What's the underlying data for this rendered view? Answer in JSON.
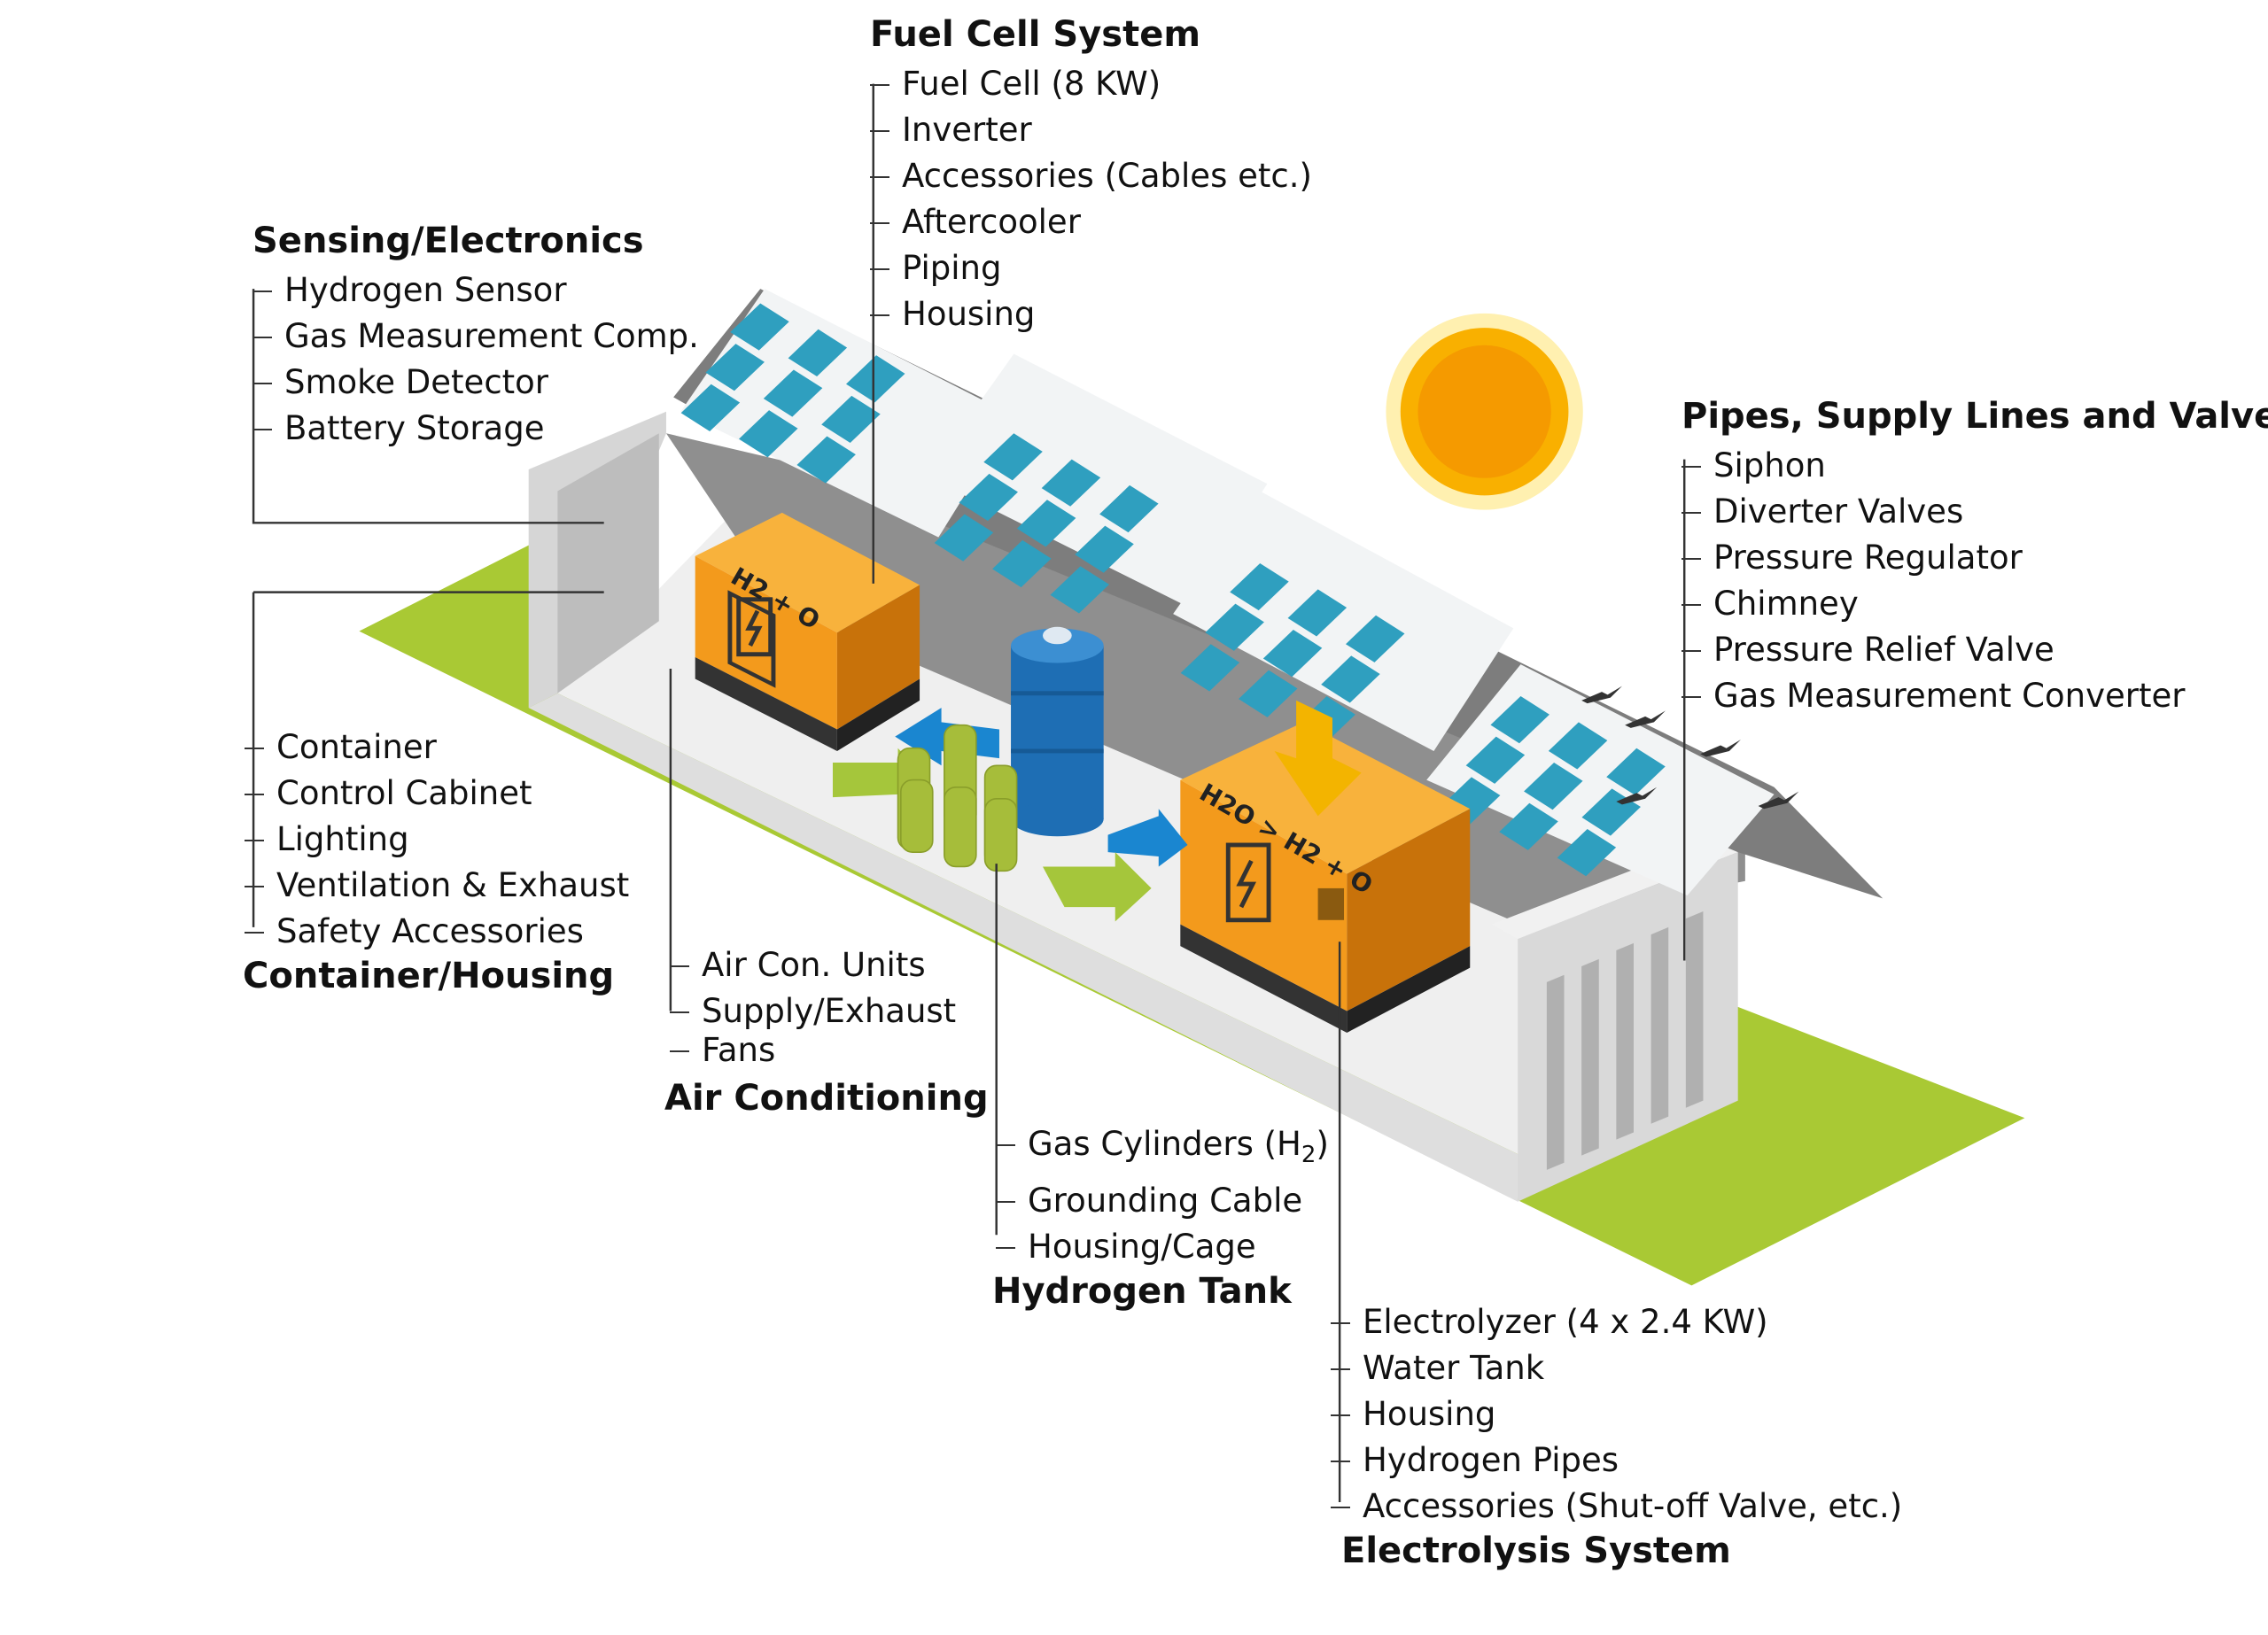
{
  "groups": {
    "fuel_cell": {
      "title": "Fuel Cell System",
      "items": [
        "Fuel Cell (8 KW)",
        "Inverter",
        "Accessories (Cables etc.)",
        "Aftercooler",
        "Piping",
        "Housing"
      ]
    },
    "sensing": {
      "title": "Sensing/Electronics",
      "items": [
        "Hydrogen Sensor",
        "Gas Measurement Comp.",
        "Smoke Detector",
        "Battery Storage"
      ]
    },
    "pipes": {
      "title": "Pipes, Supply Lines and Valves",
      "items": [
        "Siphon",
        "Diverter Valves",
        "Pressure Regulator",
        "Chimney",
        "Pressure Relief Valve",
        "Gas Measurement Converter"
      ]
    },
    "container": {
      "title": "Container/Housing",
      "items": [
        "Container",
        "Control Cabinet",
        "Lighting",
        "Ventilation & Exhaust",
        "Safety Accessories"
      ]
    },
    "air": {
      "title": "Air Conditioning",
      "items": [
        "Air Con. Units",
        "Supply/Exhaust",
        "Fans"
      ]
    },
    "tank": {
      "title": "Hydrogen Tank",
      "item1_main": "Gas Cylinders (H",
      "item1_sub": "2",
      "item1_end": ")",
      "items": [
        "Grounding Cable",
        "Housing/Cage"
      ]
    },
    "electrolysis": {
      "title": "Electrolysis System",
      "items": [
        "Electrolyzer (4 x 2.4 KW)",
        "Water Tank",
        "Housing",
        "Hydrogen Pipes",
        "Accessories (Shut-off Valve, etc.)"
      ]
    }
  },
  "units": {
    "fuel_cell_label": "H2 + O",
    "electrolyzer_label": "H2O > H2 + O"
  },
  "colors": {
    "grass": "#a9c934",
    "container_light": "#e8e8e8",
    "container_mid": "#cfcfcf",
    "container_dark": "#9a9a9a",
    "panel_cell": "#2f9fbf",
    "panel_frame": "#f2f4f5",
    "orange": "#f39a1c",
    "orange_dark": "#c8720a",
    "tank_blue": "#1e6eb4",
    "cylinder_green": "#a6bd3a",
    "arrow_blue": "#1a86d0",
    "arrow_green": "#a5c63b",
    "sun": "#f6a200",
    "text": "#111111"
  }
}
